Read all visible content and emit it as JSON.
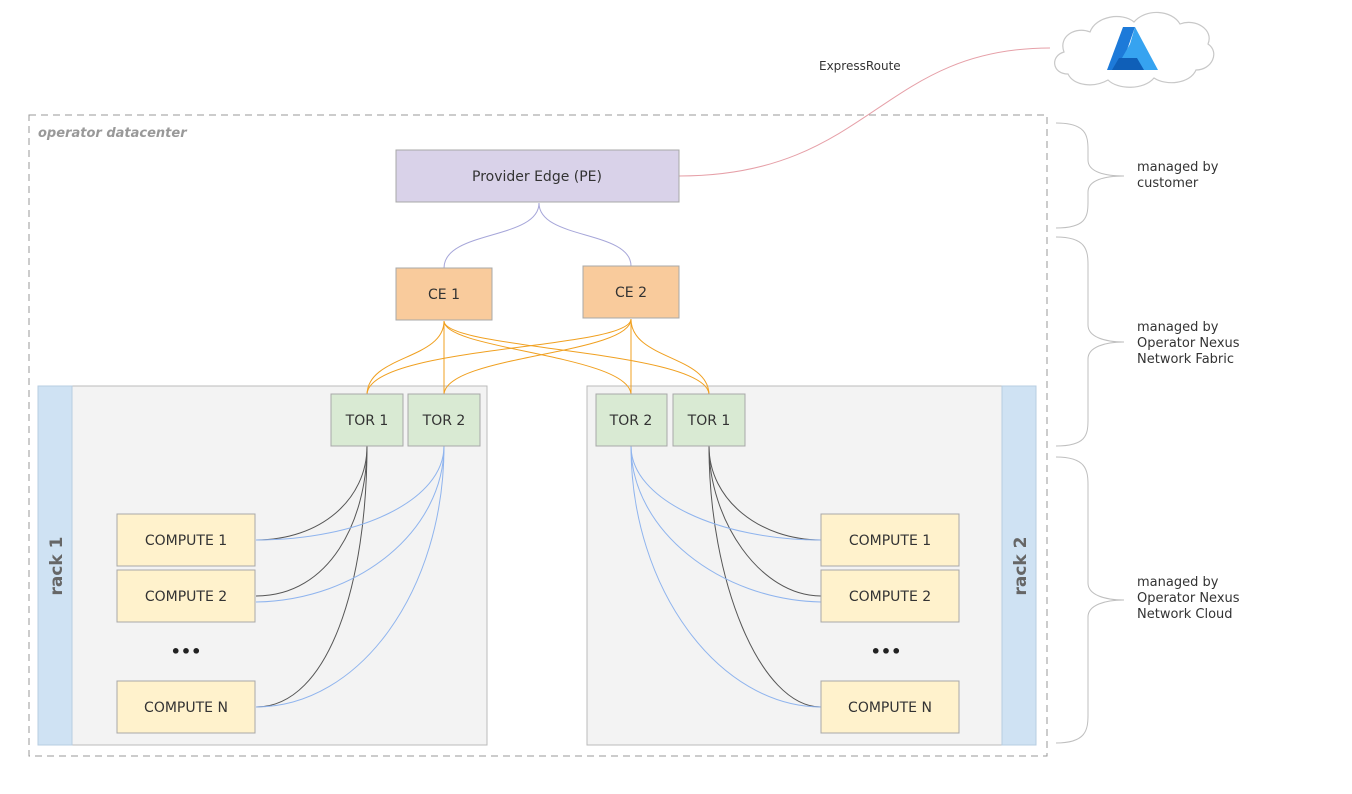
{
  "labels": {
    "operator_datacenter": "operator datacenter",
    "express_route": "ExpressRoute",
    "provider_edge": "Provider Edge (PE)",
    "ce1": "CE 1",
    "ce2": "CE 2",
    "rack1": "rack 1",
    "rack2": "rack 2",
    "rack1_tor1": "TOR 1",
    "rack1_tor2": "TOR 2",
    "rack2_tor2": "TOR 2",
    "rack2_tor1": "TOR 1",
    "rack1_compute1": "COMPUTE 1",
    "rack1_compute2": "COMPUTE 2",
    "rack1_computeN": "COMPUTE N",
    "rack2_compute1": "COMPUTE 1",
    "rack2_compute2": "COMPUTE 2",
    "rack2_computeN": "COMPUTE N",
    "ellipsis": "•••"
  },
  "managed": {
    "customer": [
      "managed by",
      "customer"
    ],
    "fabric": [
      "managed by",
      "Operator Nexus",
      "Network Fabric"
    ],
    "cloud": [
      "managed by",
      "Operator Nexus",
      "Network Cloud"
    ]
  },
  "icons": [
    "cloud-icon",
    "azure-logo-icon"
  ],
  "colors": {
    "pe_fill": "#d9d2e9",
    "ce_fill": "#f9cb9c",
    "tor_fill": "#d9ead3",
    "compute_fill": "#fff2cc",
    "rack_band": "#cfe2f3",
    "rack_fill": "#f3f3f3",
    "express_route_line": "#e6a0a8",
    "pe_ce_line": "#a6a6d9",
    "ce_tor_line": "#f0a020",
    "tor1_compute_line": "#555555",
    "tor2_compute_line": "#8fb4ee"
  }
}
